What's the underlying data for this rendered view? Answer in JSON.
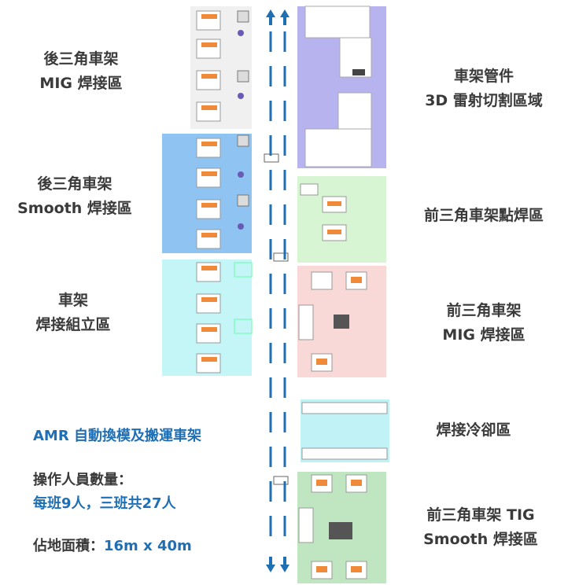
{
  "left_zones": [
    {
      "lines": [
        "後三角車架",
        "MIG 焊接區"
      ]
    },
    {
      "lines": [
        "後三角車架",
        "Smooth 焊接區"
      ]
    },
    {
      "lines": [
        "車架",
        "焊接組立區"
      ]
    }
  ],
  "right_zones": [
    {
      "lines": [
        "車架管件",
        "3D 雷射切割區域"
      ]
    },
    {
      "lines": [
        "前三角車架點焊區"
      ]
    },
    {
      "lines": [
        "前三角車架",
        "MIG 焊接區"
      ]
    },
    {
      "lines": [
        "焊接冷卻區"
      ]
    },
    {
      "lines": [
        "前三角車架 TIG",
        "Smooth 焊接區"
      ]
    }
  ],
  "info": {
    "amr": "AMR 自動換模及搬運車架",
    "staff_label": "操作人員數量：",
    "staff_value": "每班9人，三班共27人",
    "area_label": "佔地面積：",
    "area_value": "16m x 40m"
  },
  "colors": {
    "accent_blue": "#1f6fb5",
    "zone_gray": "#f0f0f0",
    "zone_blue": "#8ec3f2",
    "zone_cyan": "#c4f5f7",
    "zone_purple": "#b6b3ef",
    "zone_green": "#d7f4d3",
    "zone_pink": "#f9d8d8",
    "zone_cyan2": "#c1f3f6",
    "zone_green2": "#bfe6c0"
  },
  "icons": [
    "aisle-arrow-up-icon",
    "aisle-arrow-down-icon",
    "welding-robot-icon",
    "amr-vehicle-icon",
    "laser-cutter-icon",
    "cooling-rack-icon"
  ]
}
